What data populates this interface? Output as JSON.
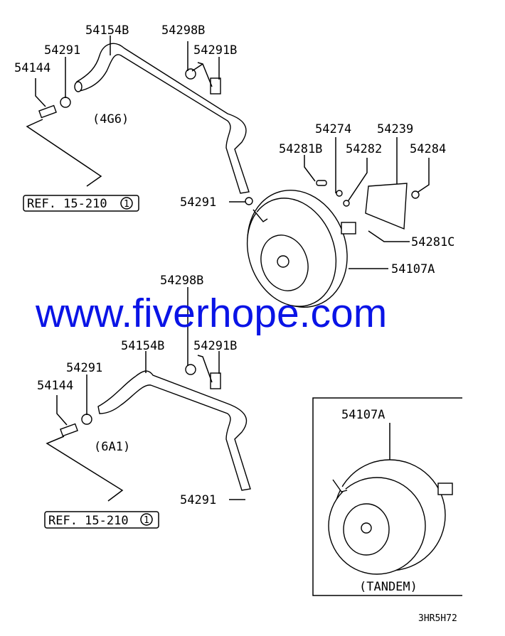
{
  "upper": {
    "labels": {
      "hose": "54154B",
      "clamp_b": "54298B",
      "clip_a": "54291",
      "clip_b": "54291B",
      "check_valve": "54144",
      "clip_lower": "54291",
      "pin_b": "54281B",
      "seal": "54274",
      "washer": "54282",
      "gasket": "54239",
      "nut": "54284",
      "pin_c": "54281C",
      "booster": "54107A"
    },
    "engine": "(4G6)",
    "ref": "REF. 15-210",
    "ref_num": "1"
  },
  "watermark": "www.fiverhope.com",
  "lower": {
    "labels": {
      "clamp_b": "54298B",
      "hose": "54154B",
      "clip_b": "54291B",
      "clip_a": "54291",
      "check_valve": "54144",
      "clip_lower": "54291"
    },
    "engine": "(6A1)",
    "ref": "REF. 15-210",
    "ref_num": "1"
  },
  "tandem": {
    "booster": "54107A",
    "caption": "(TANDEM)"
  },
  "figure_code": "3HR5H72"
}
